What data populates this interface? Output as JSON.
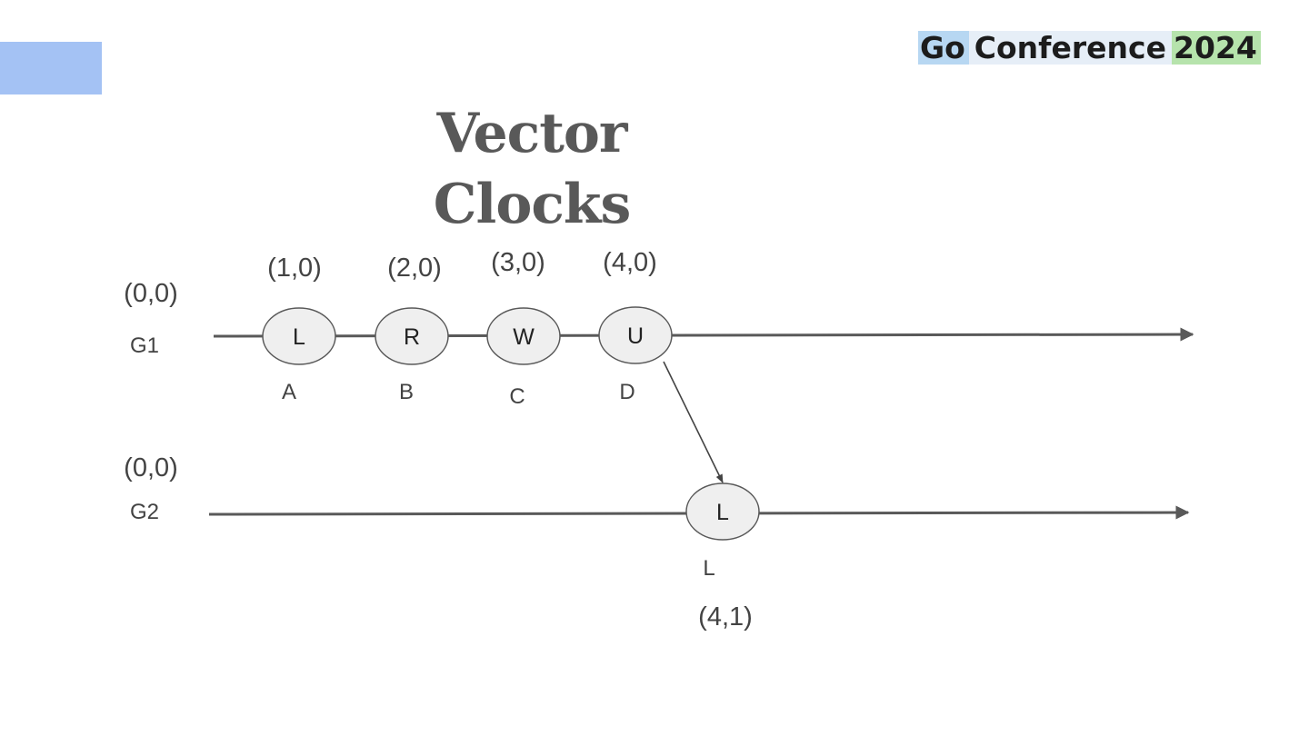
{
  "logo": {
    "go": "Go",
    "conference": "Conference",
    "year": "2024"
  },
  "title": {
    "line1": "Vector",
    "line2": "Clocks"
  },
  "goroutines": [
    {
      "label": "G1",
      "initial_clock": "(0,0)"
    },
    {
      "label": "G2",
      "initial_clock": "(0,0)"
    }
  ],
  "events_g1": [
    {
      "op": "L",
      "name": "A",
      "clock": "(1,0)"
    },
    {
      "op": "R",
      "name": "B",
      "clock": "(2,0)"
    },
    {
      "op": "W",
      "name": "C",
      "clock": "(3,0)"
    },
    {
      "op": "U",
      "name": "D",
      "clock": "(4,0)"
    }
  ],
  "events_g2": [
    {
      "op": "L",
      "name": "L",
      "clock": "(4,1)"
    }
  ],
  "colors": {
    "accent_block": "#a4c2f4",
    "line": "#595959",
    "node_fill": "#efefef",
    "text": "#434343"
  }
}
